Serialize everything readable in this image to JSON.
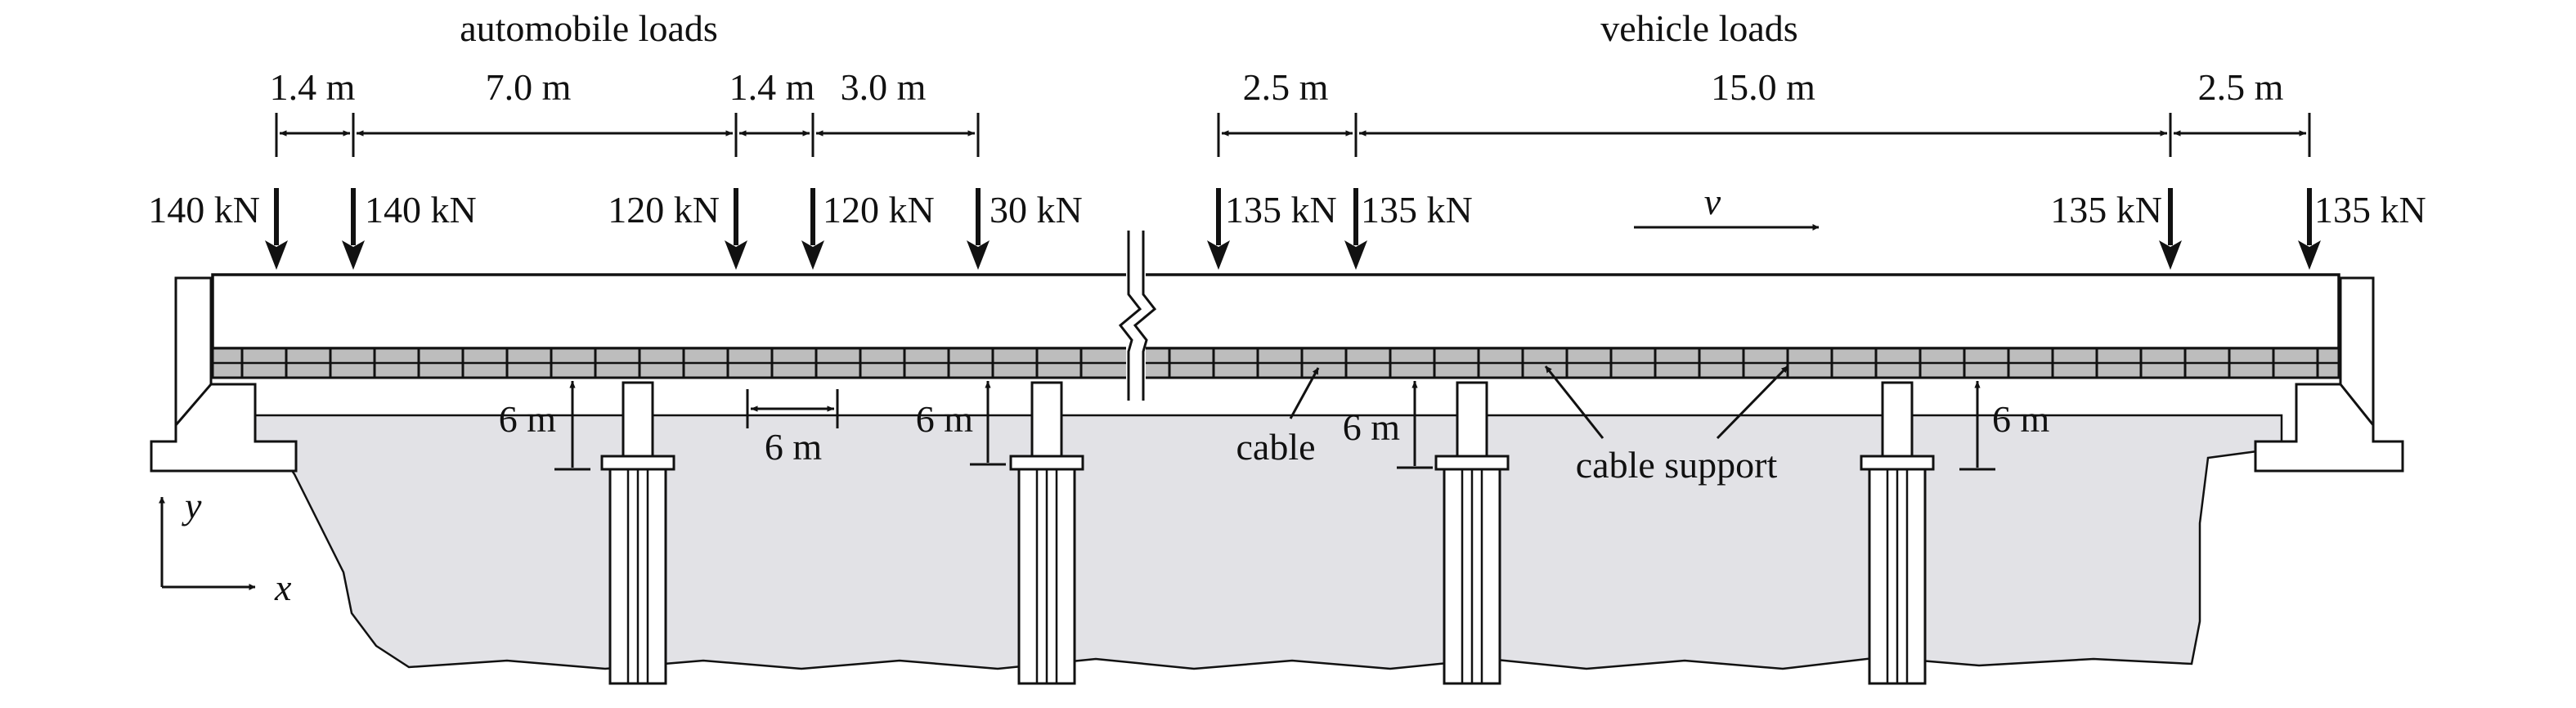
{
  "titles": {
    "automobile": "automobile loads",
    "vehicle": "vehicle loads"
  },
  "automobile": {
    "spacings": [
      "1.4 m",
      "7.0 m",
      "1.4 m",
      "3.0 m"
    ],
    "loads": [
      "140 kN",
      "140 kN",
      "120 kN",
      "120 kN",
      "30 kN"
    ]
  },
  "vehicle": {
    "spacings": [
      "2.5 m",
      "15.0 m",
      "2.5 m"
    ],
    "loads": [
      "135 kN",
      "135 kN",
      "135 kN",
      "135 kN"
    ],
    "velocity": "v"
  },
  "labels": {
    "cable": "cable",
    "cable_support": "cable support",
    "dim_6m": "6 m",
    "axis_x": "x",
    "axis_y": "y"
  },
  "colors": {
    "ground": "#e2e2e6",
    "cable_band": "#bdbdbd",
    "line": "#111111"
  }
}
